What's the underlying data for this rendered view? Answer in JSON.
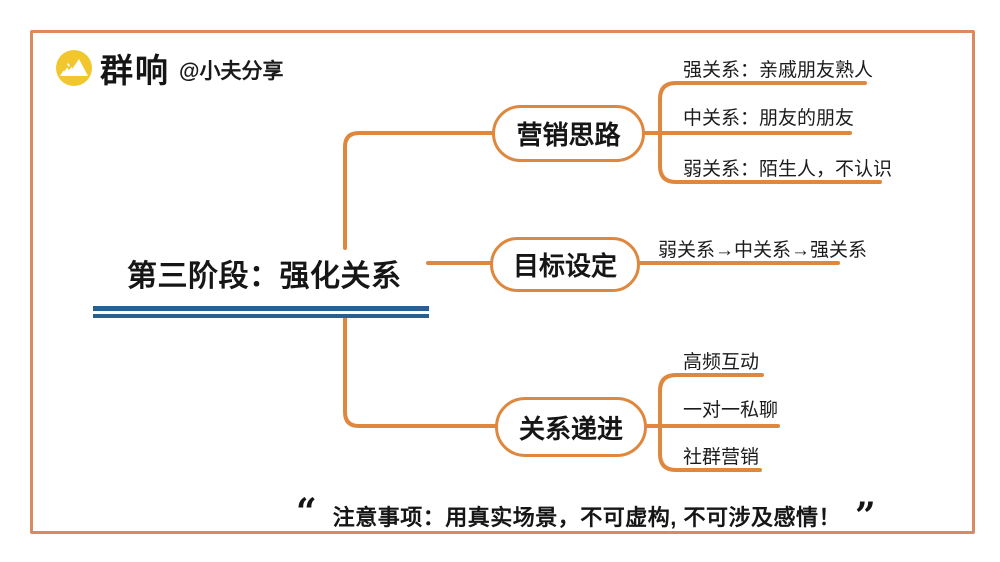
{
  "colors": {
    "map_line": "#e0873e",
    "page_border": "#d98a5f",
    "underline_blue": "#28608f",
    "logo_yellow": "#f2c72e"
  },
  "logo": {
    "brand": "群响",
    "handle": "@小夫分享"
  },
  "central_topic": {
    "title": "第三阶段：强化关系"
  },
  "branches": [
    {
      "label": "营销思路",
      "leaves": [
        "强关系：亲戚朋友熟人",
        "中关系：朋友的朋友",
        "弱关系：陌生人，不认识"
      ]
    },
    {
      "label": "目标设定",
      "leaves": [
        "弱关系→中关系→强关系"
      ]
    },
    {
      "label": "关系递进",
      "leaves": [
        "高频互动",
        "一对一私聊",
        "社群营销"
      ]
    }
  ],
  "footnote": {
    "open_quote": "“",
    "text": "注意事项：用真实场景，不可虚构, 不可涉及感情！",
    "close_quote": "”"
  }
}
